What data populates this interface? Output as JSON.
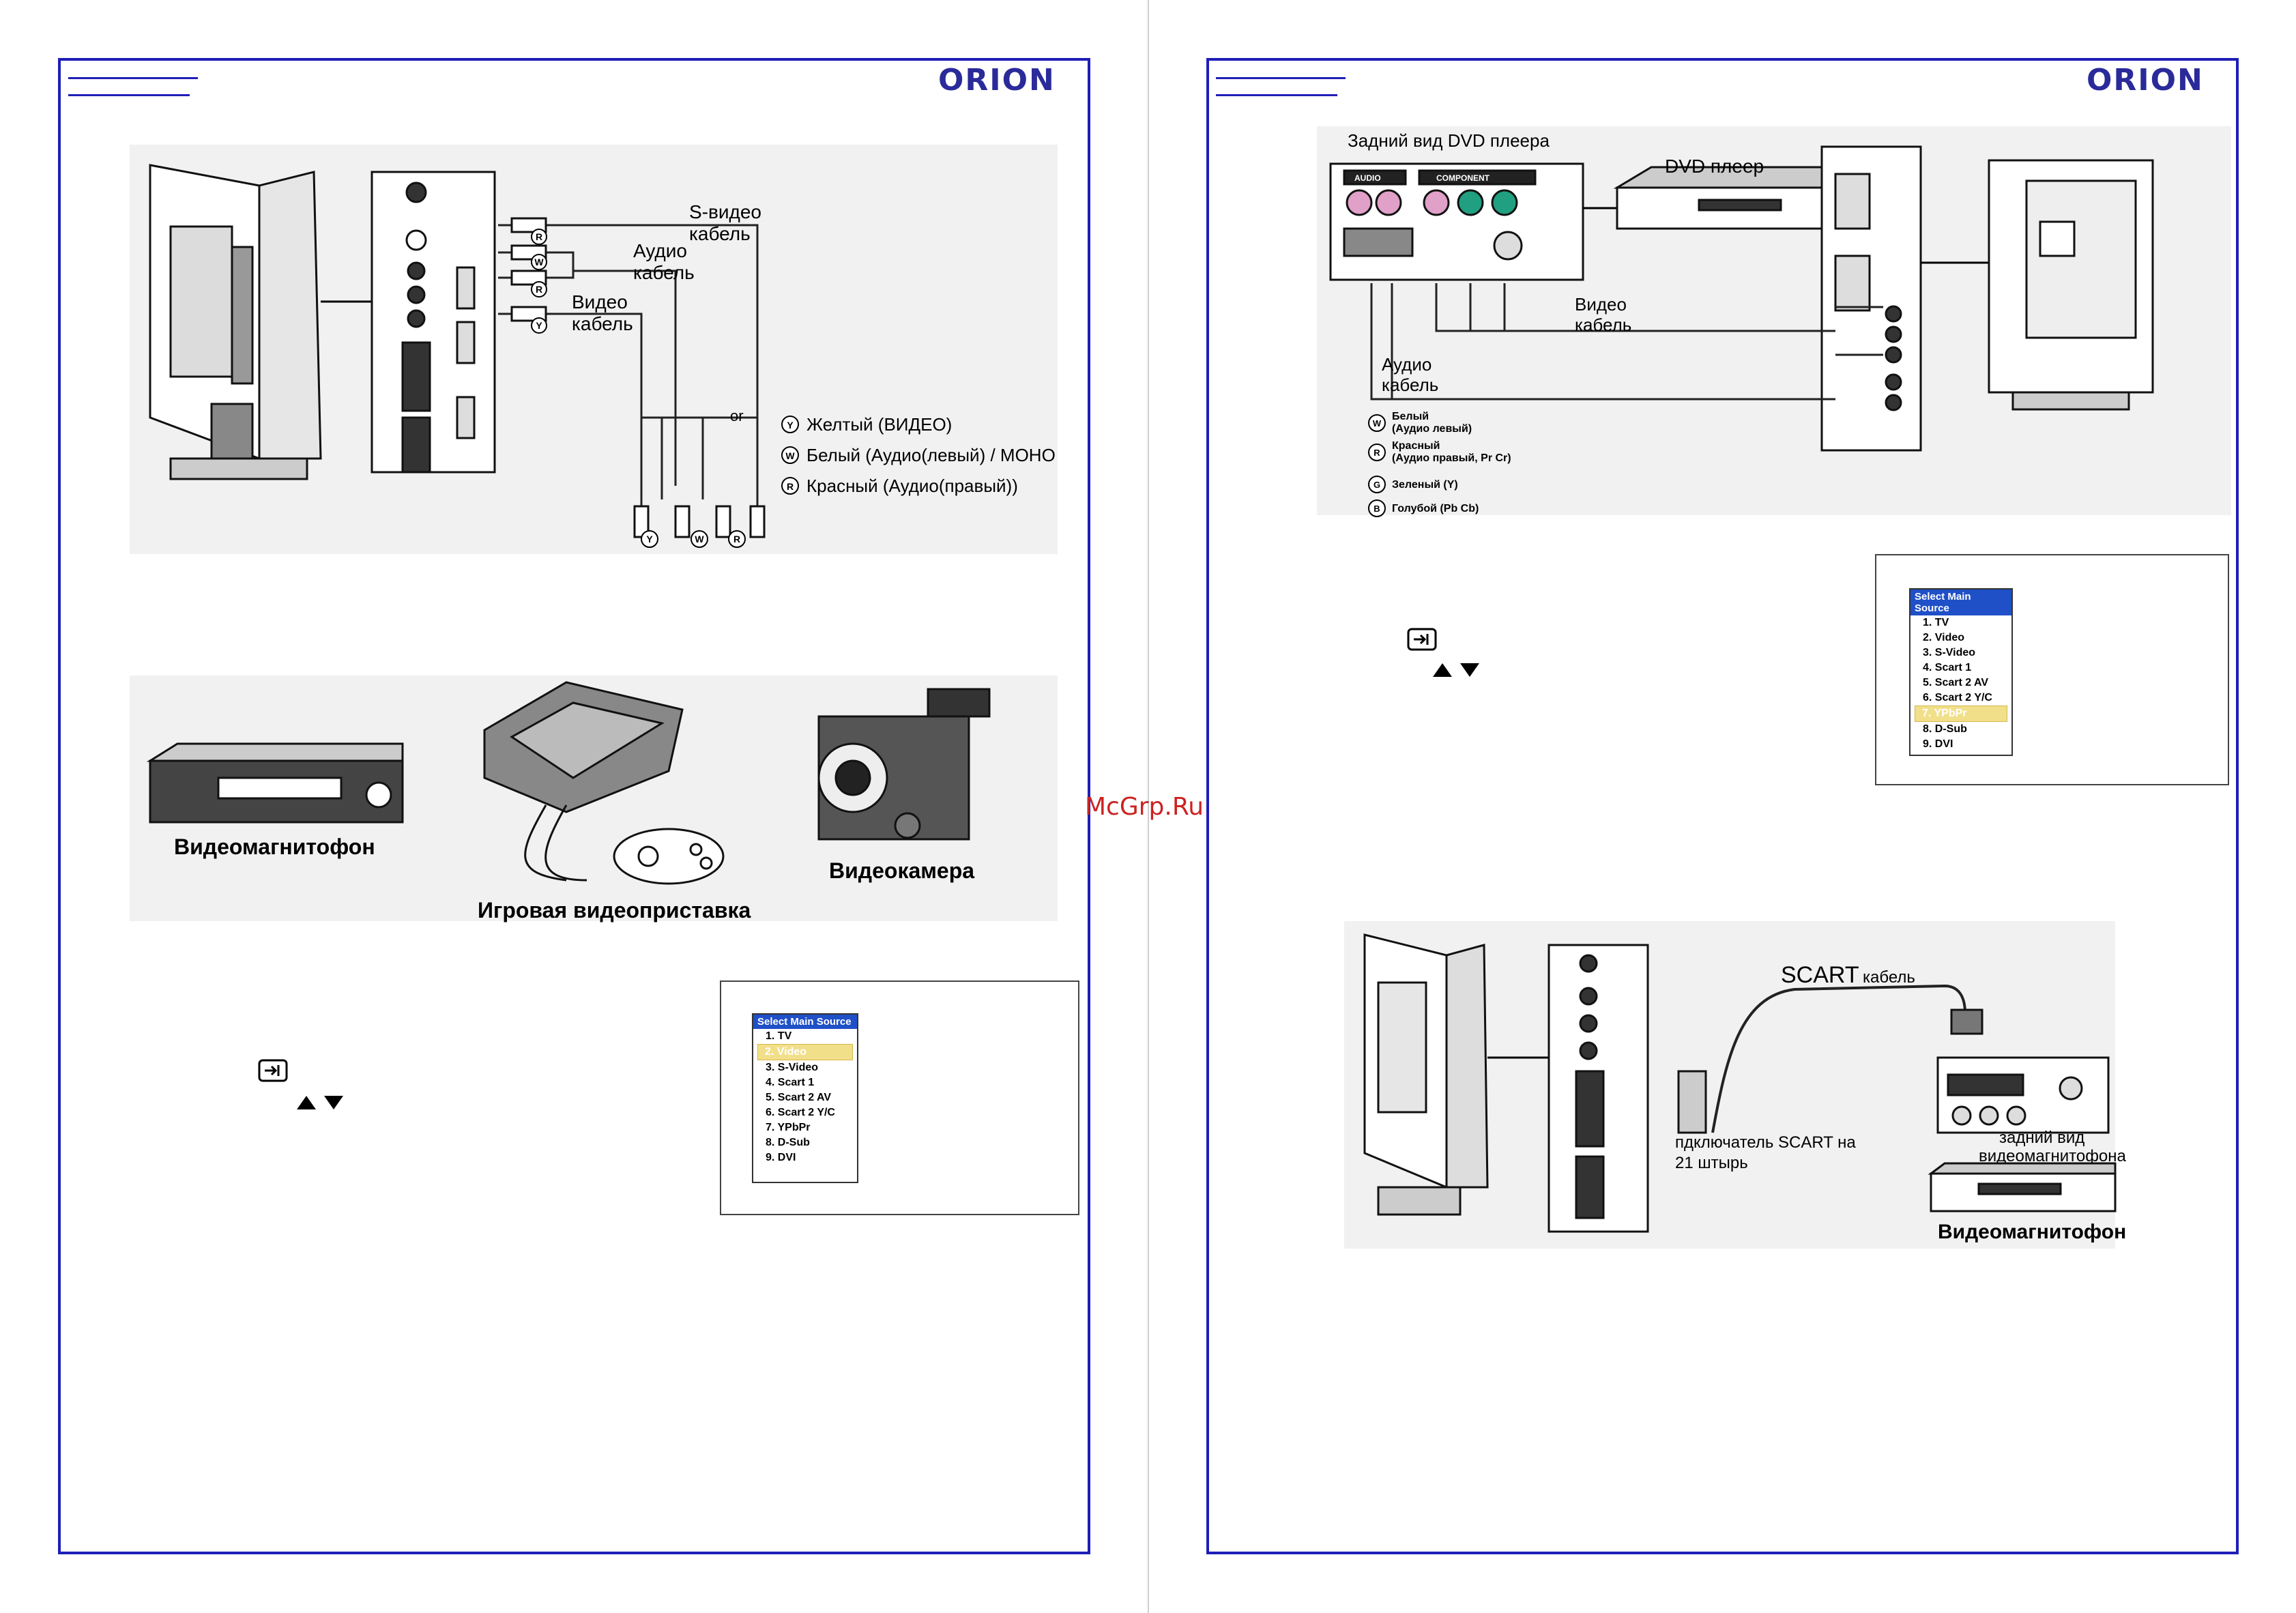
{
  "brand": "ORION",
  "watermark": "McGrp.Ru",
  "left_page": {
    "fig1": {
      "svideo_label": [
        "S-видео",
        "кабель"
      ],
      "audio_label": [
        "Аудио",
        "кабель"
      ],
      "video_label": [
        "Видео",
        "кабель"
      ],
      "or_label": "or",
      "legend": [
        {
          "mark": "Y",
          "text": "Желтый (ВИДЕО)"
        },
        {
          "mark": "W",
          "text": "Белый (Аудио(левый) / МОНО"
        },
        {
          "mark": "R",
          "text": "Красный (Аудио(правый))"
        }
      ],
      "plug_marks": [
        "Y",
        "W",
        "R"
      ]
    },
    "devices": {
      "vcr": "Видеомагнитофон",
      "console": "Игровая видеоприставка",
      "camcorder": "Видеокамера"
    },
    "menu": {
      "title": "Select Main Source",
      "items": [
        "1. TV",
        "2. Video",
        "3. S-Video",
        "4. Scart 1",
        "5. Scart 2 AV",
        "6. Scart 2 Y/C",
        "7. YPbPr",
        "8. D-Sub",
        "9. DVI"
      ],
      "selected_index": 1
    }
  },
  "right_page": {
    "fig1": {
      "rear_title": "Задний вид DVD плеера",
      "panel_audio": "AUDIO",
      "panel_component": "COMPONENT",
      "dvd_label": "DVD плеер",
      "video_cable": [
        "Видео",
        "кабель"
      ],
      "audio_cable": [
        "Аудио",
        "кабель"
      ],
      "legend": [
        {
          "mark": "W",
          "text": [
            "Белый",
            "(Аудио левый)"
          ]
        },
        {
          "mark": "R",
          "text": [
            "Красный",
            "(Аудио правый, Pr Cr)"
          ]
        },
        {
          "mark": "G",
          "text": [
            "Зеленый (Y)"
          ]
        },
        {
          "mark": "B",
          "text": [
            "Голубой (Pb Cb)"
          ]
        }
      ]
    },
    "menu": {
      "title": "Select Main Source",
      "items": [
        "1. TV",
        "2. Video",
        "3. S-Video",
        "4. Scart 1",
        "5. Scart 2 AV",
        "6. Scart 2 Y/C",
        "7. YPbPr",
        "8. D-Sub",
        "9. DVI"
      ],
      "selected_index": 6
    },
    "fig2": {
      "scart_cable": "SCART",
      "scart_cable_suffix": "кабель",
      "connector_label": [
        "пдключатель SCART на",
        "21 штырь"
      ],
      "rear_vcr": [
        "задний вид",
        "видеомагнитофона"
      ],
      "vcr": "Видеомагнитофон"
    }
  },
  "colors": {
    "frame": "#1f1fb8",
    "menu_header": "#1f50c8",
    "menu_selected": "#f2df8a",
    "watermark": "#cc2222"
  }
}
